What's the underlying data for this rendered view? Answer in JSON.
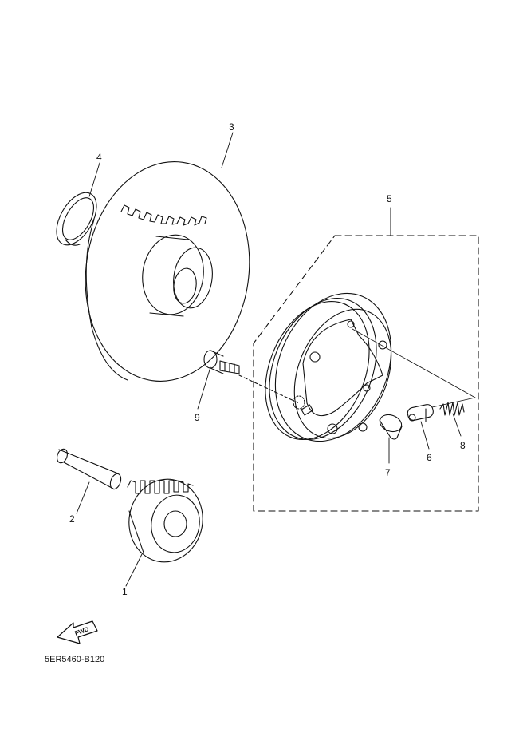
{
  "callouts": [
    {
      "id": "1",
      "label": "1"
    },
    {
      "id": "2",
      "label": "2"
    },
    {
      "id": "3",
      "label": "3"
    },
    {
      "id": "4",
      "label": "4"
    },
    {
      "id": "5",
      "label": "5"
    },
    {
      "id": "6",
      "label": "6"
    },
    {
      "id": "7",
      "label": "7"
    },
    {
      "id": "8",
      "label": "8"
    },
    {
      "id": "9",
      "label": "9"
    }
  ],
  "fwd_arrow": {
    "label": "FWD"
  },
  "diagram_code": "5ER5460-B120"
}
